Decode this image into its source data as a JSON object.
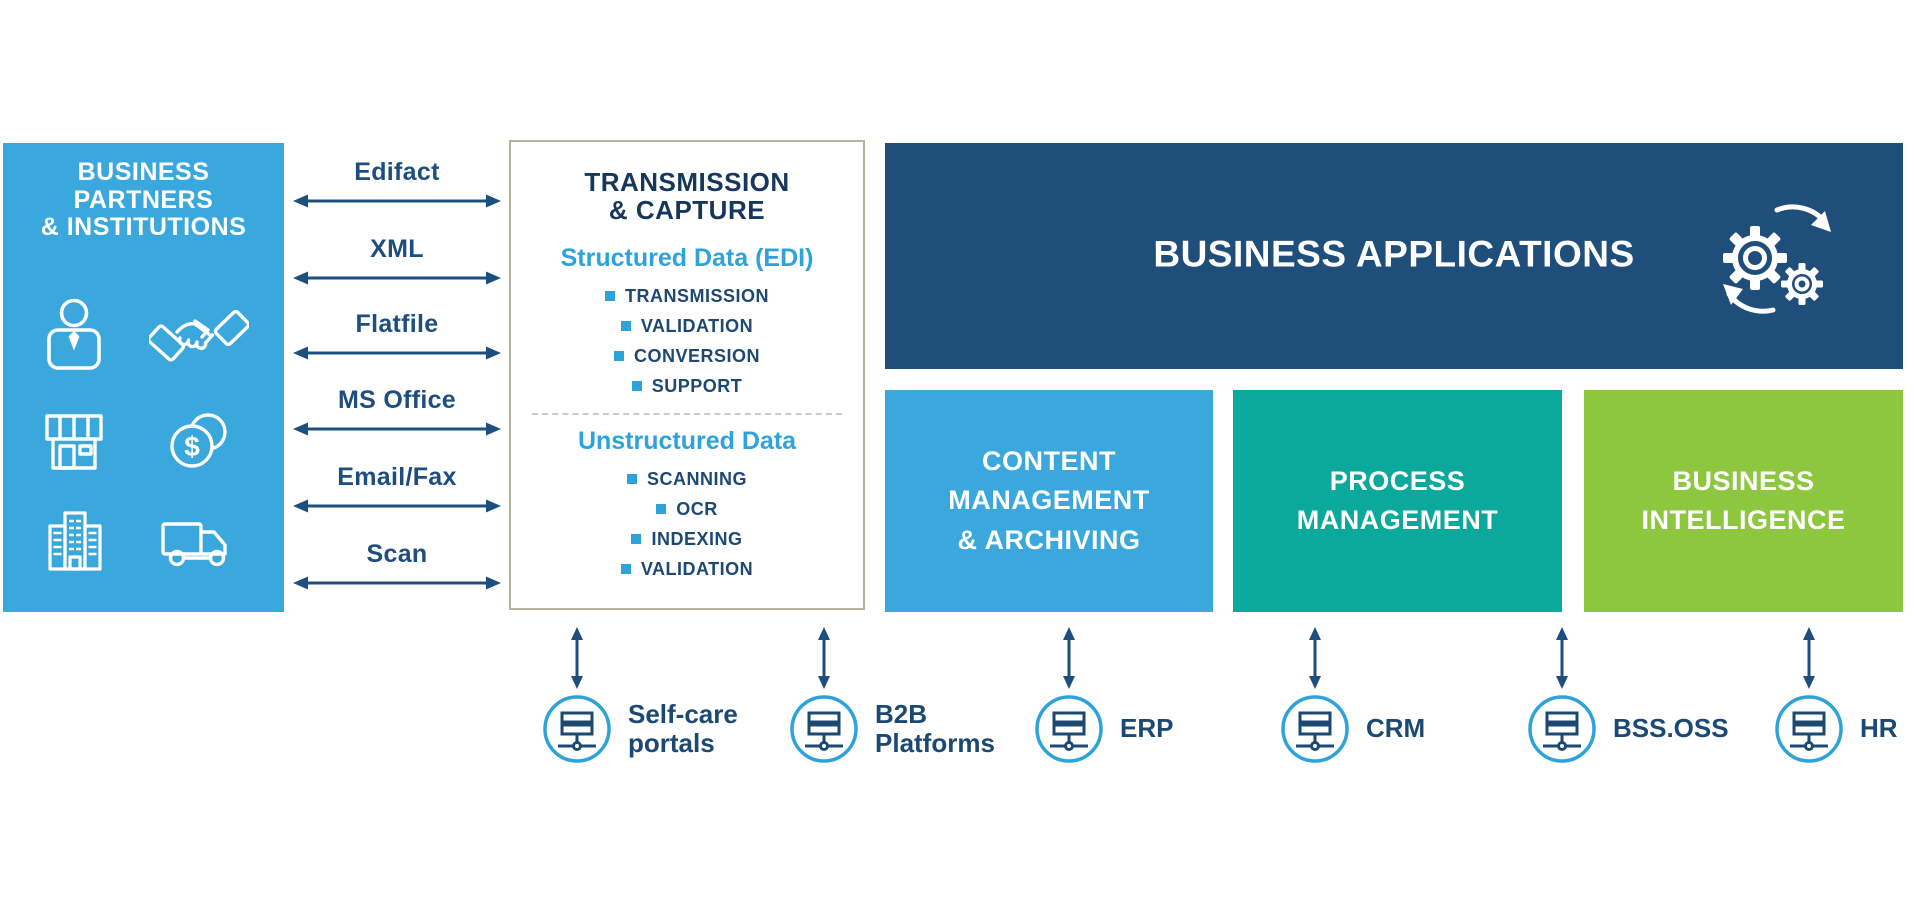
{
  "palette": {
    "light_blue": "#3AA8DC",
    "navy": "#1F4E7B",
    "teal": "#0BA99B",
    "green": "#8DC63F",
    "text_navy": "#1D4E7F",
    "accent_blue": "#2EA3DB",
    "border_tan": "#B6B399"
  },
  "partners_box": {
    "title": "BUSINESS\nPARTNERS\n& INSTITUTIONS",
    "icons": [
      "user-icon",
      "handshake-icon",
      "storefront-icon",
      "dollar-coins-icon",
      "office-building-icon",
      "delivery-truck-icon"
    ]
  },
  "channels": {
    "items": [
      "Edifact",
      "XML",
      "Flatfile",
      "MS Office",
      "Email/Fax",
      "Scan"
    ]
  },
  "transmission_box": {
    "title": "TRANSMISSION\n& CAPTURE",
    "structured": {
      "heading": "Structured Data (EDI)",
      "items": [
        "TRANSMISSION",
        "VALIDATION",
        "CONVERSION",
        "SUPPORT"
      ]
    },
    "unstructured": {
      "heading": "Unstructured Data",
      "items": [
        "SCANNING",
        "OCR",
        "INDEXING",
        "VALIDATION"
      ]
    }
  },
  "applications_banner": {
    "title": "BUSINESS APPLICATIONS",
    "icon": "sync-gears-icon"
  },
  "application_boxes": [
    {
      "label": "CONTENT\nMANAGEMENT\n& ARCHIVING",
      "color": "#3AA8DC"
    },
    {
      "label": "PROCESS\nMANAGEMENT",
      "color": "#0BA99B"
    },
    {
      "label": "BUSINESS\nINTELLIGENCE",
      "color": "#8DC63F"
    }
  ],
  "systems": {
    "icon": "server-icon",
    "items": [
      {
        "label": "Self-care\nportals"
      },
      {
        "label": "B2B\nPlatforms"
      },
      {
        "label": "ERP"
      },
      {
        "label": "CRM"
      },
      {
        "label": "BSS.OSS"
      },
      {
        "label": "HR"
      }
    ]
  }
}
